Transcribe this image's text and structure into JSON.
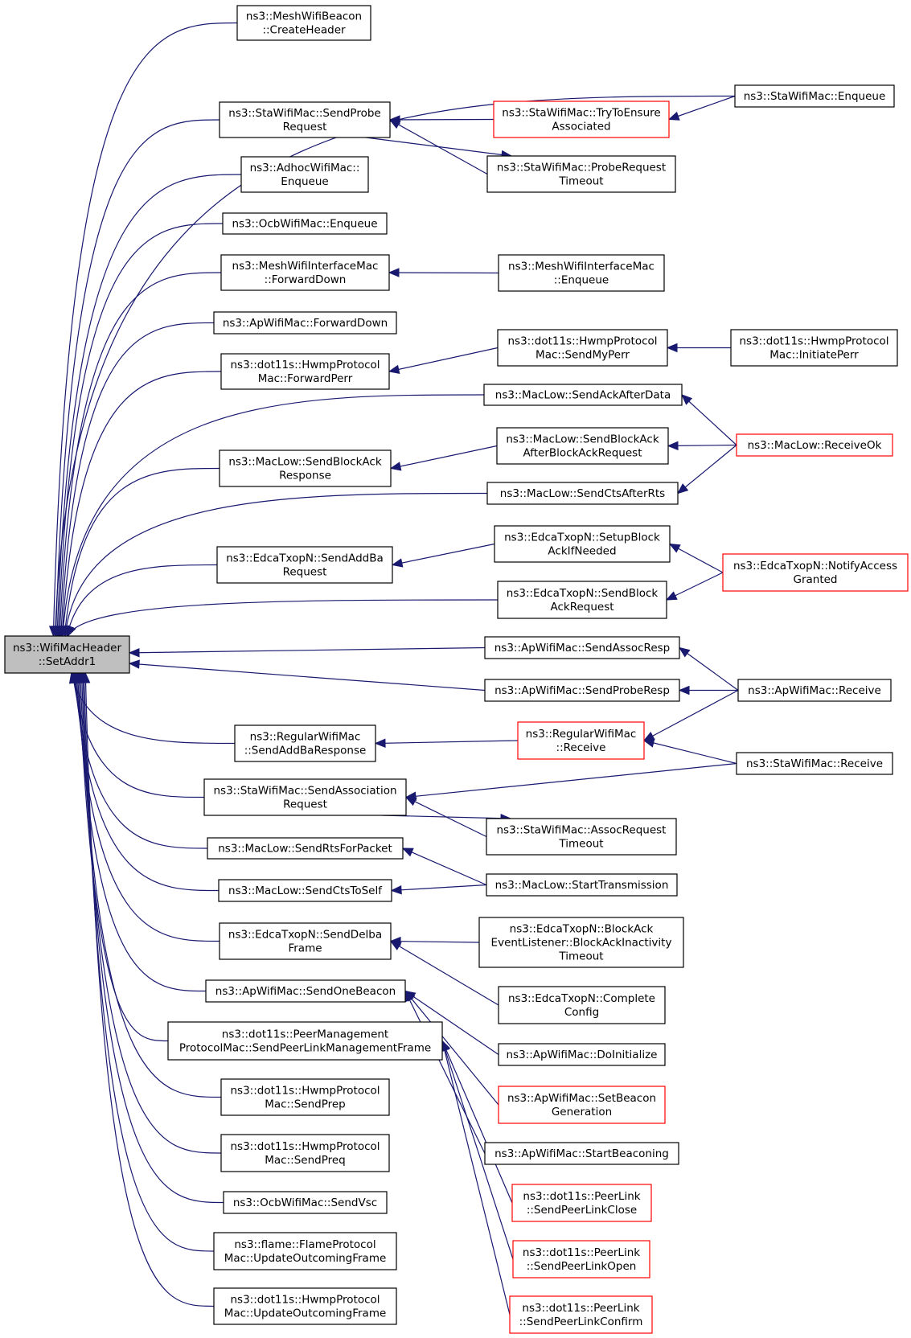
{
  "nodes": [
    {
      "id": "root",
      "lines": [
        "ns3::WifiMacHeader",
        "::SetAddr1"
      ],
      "focus": true
    },
    {
      "id": "c1",
      "lines": [
        "ns3::MeshWifiBeacon",
        "::CreateHeader"
      ]
    },
    {
      "id": "c2",
      "lines": [
        "ns3::StaWifiMac::SendProbe",
        "Request"
      ]
    },
    {
      "id": "c3",
      "lines": [
        "ns3::AdhocWifiMac::",
        "Enqueue"
      ]
    },
    {
      "id": "c4",
      "lines": [
        "ns3::OcbWifiMac::Enqueue"
      ]
    },
    {
      "id": "c5",
      "lines": [
        "ns3::MeshWifiInterfaceMac",
        "::ForwardDown"
      ]
    },
    {
      "id": "c6",
      "lines": [
        "ns3::ApWifiMac::ForwardDown"
      ]
    },
    {
      "id": "c7",
      "lines": [
        "ns3::dot11s::HwmpProtocol",
        "Mac::ForwardPerr"
      ]
    },
    {
      "id": "c8",
      "lines": [
        "ns3::MacLow::SendBlockAck",
        "Response"
      ]
    },
    {
      "id": "c9",
      "lines": [
        "ns3::EdcaTxopN::SendAddBa",
        "Request"
      ]
    },
    {
      "id": "c10",
      "lines": [
        "ns3::RegularWifiMac",
        "::SendAddBaResponse"
      ]
    },
    {
      "id": "c11",
      "lines": [
        "ns3::StaWifiMac::SendAssociation",
        "Request"
      ]
    },
    {
      "id": "c12",
      "lines": [
        "ns3::MacLow::SendRtsForPacket"
      ]
    },
    {
      "id": "c13",
      "lines": [
        "ns3::MacLow::SendCtsToSelf"
      ]
    },
    {
      "id": "c14",
      "lines": [
        "ns3::EdcaTxopN::SendDelba",
        "Frame"
      ]
    },
    {
      "id": "c15",
      "lines": [
        "ns3::ApWifiMac::SendOneBeacon"
      ]
    },
    {
      "id": "c16",
      "lines": [
        "ns3::dot11s::PeerManagement",
        "ProtocolMac::SendPeerLinkManagementFrame"
      ]
    },
    {
      "id": "c17",
      "lines": [
        "ns3::dot11s::HwmpProtocol",
        "Mac::SendPrep"
      ]
    },
    {
      "id": "c18",
      "lines": [
        "ns3::dot11s::HwmpProtocol",
        "Mac::SendPreq"
      ]
    },
    {
      "id": "c19",
      "lines": [
        "ns3::OcbWifiMac::SendVsc"
      ]
    },
    {
      "id": "c20",
      "lines": [
        "ns3::flame::FlameProtocol",
        "Mac::UpdateOutcomingFrame"
      ]
    },
    {
      "id": "c21",
      "lines": [
        "ns3::dot11s::HwmpProtocol",
        "Mac::UpdateOutcomingFrame"
      ]
    },
    {
      "id": "m1",
      "lines": [
        "ns3::StaWifiMac::TryToEnsure",
        "Associated"
      ],
      "red": true
    },
    {
      "id": "m2",
      "lines": [
        "ns3::StaWifiMac::ProbeRequest",
        "Timeout"
      ]
    },
    {
      "id": "m3",
      "lines": [
        "ns3::MeshWifiInterfaceMac",
        "::Enqueue"
      ]
    },
    {
      "id": "m4",
      "lines": [
        "ns3::dot11s::HwmpProtocol",
        "Mac::SendMyPerr"
      ]
    },
    {
      "id": "m5",
      "lines": [
        "ns3::MacLow::SendAckAfterData"
      ]
    },
    {
      "id": "m6",
      "lines": [
        "ns3::MacLow::SendBlockAck",
        "AfterBlockAckRequest"
      ]
    },
    {
      "id": "m7",
      "lines": [
        "ns3::MacLow::SendCtsAfterRts"
      ]
    },
    {
      "id": "m8",
      "lines": [
        "ns3::EdcaTxopN::SetupBlock",
        "AckIfNeeded"
      ]
    },
    {
      "id": "m9",
      "lines": [
        "ns3::EdcaTxopN::SendBlock",
        "AckRequest"
      ]
    },
    {
      "id": "m10",
      "lines": [
        "ns3::ApWifiMac::SendAssocResp"
      ]
    },
    {
      "id": "m11",
      "lines": [
        "ns3::ApWifiMac::SendProbeResp"
      ]
    },
    {
      "id": "m12",
      "lines": [
        "ns3::RegularWifiMac",
        "::Receive"
      ],
      "red": true
    },
    {
      "id": "m13",
      "lines": [
        "ns3::StaWifiMac::AssocRequest",
        "Timeout"
      ]
    },
    {
      "id": "m14",
      "lines": [
        "ns3::MacLow::StartTransmission"
      ]
    },
    {
      "id": "m15",
      "lines": [
        "ns3::EdcaTxopN::BlockAck",
        "EventListener::BlockAckInactivity",
        "Timeout"
      ]
    },
    {
      "id": "m16",
      "lines": [
        "ns3::EdcaTxopN::Complete",
        "Config"
      ]
    },
    {
      "id": "m17",
      "lines": [
        "ns3::ApWifiMac::DoInitialize"
      ]
    },
    {
      "id": "m18",
      "lines": [
        "ns3::ApWifiMac::SetBeacon",
        "Generation"
      ],
      "red": true
    },
    {
      "id": "m19",
      "lines": [
        "ns3::ApWifiMac::StartBeaconing"
      ]
    },
    {
      "id": "m20",
      "lines": [
        "ns3::dot11s::PeerLink",
        "::SendPeerLinkClose"
      ],
      "red": true
    },
    {
      "id": "m21",
      "lines": [
        "ns3::dot11s::PeerLink",
        "::SendPeerLinkOpen"
      ],
      "red": true
    },
    {
      "id": "m22",
      "lines": [
        "ns3::dot11s::PeerLink",
        "::SendPeerLinkConfirm"
      ],
      "red": true
    },
    {
      "id": "r1",
      "lines": [
        "ns3::StaWifiMac::Enqueue"
      ]
    },
    {
      "id": "r2",
      "lines": [
        "ns3::dot11s::HwmpProtocol",
        "Mac::InitiatePerr"
      ]
    },
    {
      "id": "r3",
      "lines": [
        "ns3::MacLow::ReceiveOk"
      ],
      "red": true
    },
    {
      "id": "r4",
      "lines": [
        "ns3::EdcaTxopN::NotifyAccess",
        "Granted"
      ],
      "red": true
    },
    {
      "id": "r5",
      "lines": [
        "ns3::ApWifiMac::Receive"
      ]
    },
    {
      "id": "r6",
      "lines": [
        "ns3::StaWifiMac::Receive"
      ]
    }
  ],
  "edges": [
    [
      "c1",
      "root"
    ],
    [
      "c2",
      "root"
    ],
    [
      "c3",
      "root"
    ],
    [
      "c4",
      "root"
    ],
    [
      "c5",
      "root"
    ],
    [
      "c6",
      "root"
    ],
    [
      "c7",
      "root"
    ],
    [
      "c8",
      "root"
    ],
    [
      "c9",
      "root"
    ],
    [
      "c10",
      "root"
    ],
    [
      "c11",
      "root"
    ],
    [
      "c12",
      "root"
    ],
    [
      "c13",
      "root"
    ],
    [
      "c14",
      "root"
    ],
    [
      "c15",
      "root"
    ],
    [
      "c16",
      "root"
    ],
    [
      "c17",
      "root"
    ],
    [
      "c18",
      "root"
    ],
    [
      "c19",
      "root"
    ],
    [
      "c20",
      "root"
    ],
    [
      "c21",
      "root"
    ],
    [
      "r1",
      "root"
    ],
    [
      "m5",
      "root"
    ],
    [
      "m7",
      "root"
    ],
    [
      "m9",
      "root"
    ],
    [
      "m10",
      "root"
    ],
    [
      "m11",
      "root"
    ],
    [
      "m1",
      "c2"
    ],
    [
      "m2",
      "c2"
    ],
    [
      "c2",
      "m2"
    ],
    [
      "r1",
      "m1"
    ],
    [
      "m3",
      "c5"
    ],
    [
      "m4",
      "c7"
    ],
    [
      "r2",
      "m4"
    ],
    [
      "m6",
      "c8"
    ],
    [
      "r3",
      "m6"
    ],
    [
      "r3",
      "m5"
    ],
    [
      "r3",
      "m7"
    ],
    [
      "m8",
      "c9"
    ],
    [
      "r4",
      "m8"
    ],
    [
      "r4",
      "m9"
    ],
    [
      "r5",
      "m10"
    ],
    [
      "r5",
      "m11"
    ],
    [
      "r5",
      "m12"
    ],
    [
      "r6",
      "m12"
    ],
    [
      "m12",
      "c10"
    ],
    [
      "r6",
      "c11"
    ],
    [
      "m13",
      "c11"
    ],
    [
      "c11",
      "m13"
    ],
    [
      "m14",
      "c12"
    ],
    [
      "m14",
      "c13"
    ],
    [
      "m15",
      "c14"
    ],
    [
      "m16",
      "c14"
    ],
    [
      "m17",
      "c15"
    ],
    [
      "m18",
      "c15"
    ],
    [
      "m19",
      "c15"
    ],
    [
      "m20",
      "c16"
    ],
    [
      "m21",
      "c16"
    ],
    [
      "m22",
      "c16"
    ]
  ]
}
